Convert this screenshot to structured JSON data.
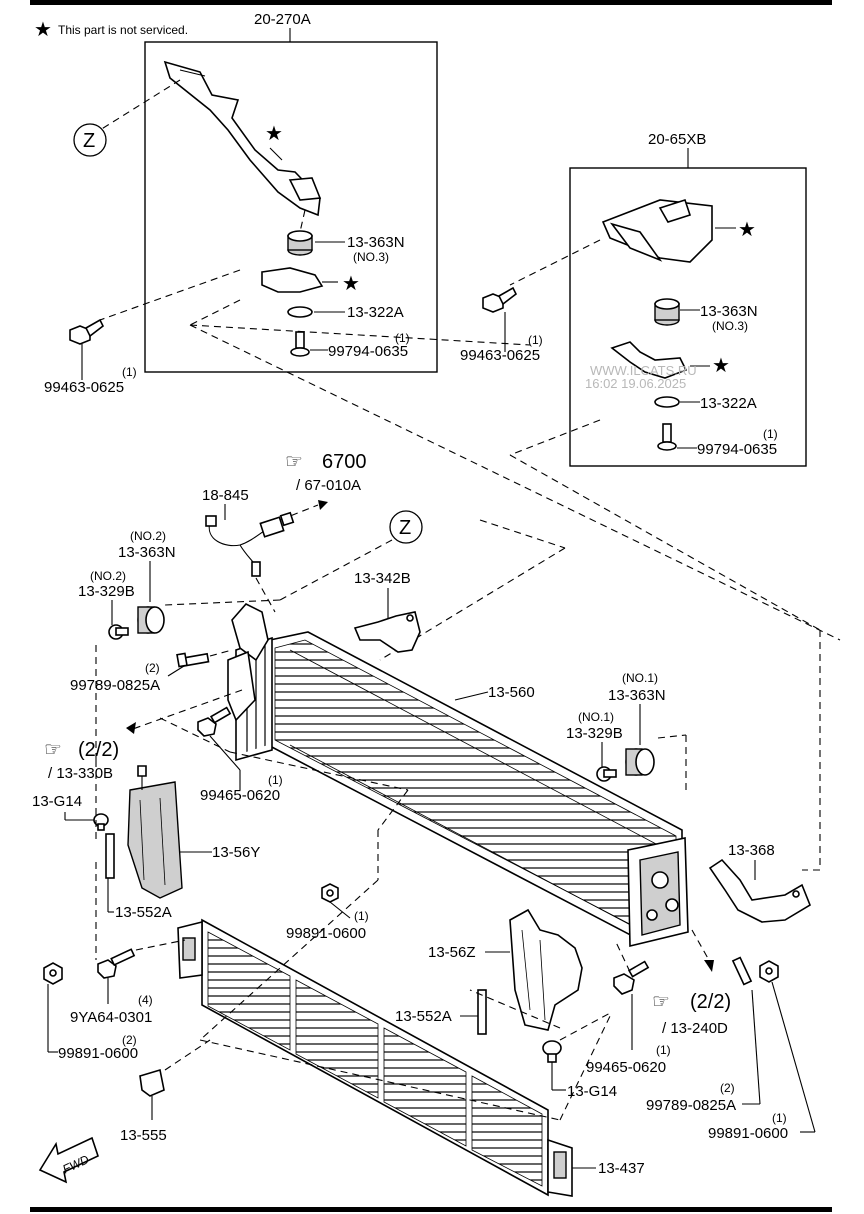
{
  "legend": {
    "star_glyph": "★",
    "text": "This part is not serviced."
  },
  "refs": {
    "r6700": "6700",
    "r67010a": "/ 67-010A",
    "r22_left": "(2/2)",
    "r13330b": "/ 13-330B",
    "r22_right": "(2/2)",
    "r13240d": "/ 13-240D"
  },
  "callouts": {
    "z_label": "Z"
  },
  "watermark": {
    "line1": "WWW.ILCATS.RU",
    "line2": "16:02 19.06.2025"
  },
  "fwd_label": "FWD",
  "parts": {
    "p20270a": "20-270A",
    "p2065xb": "20-65XB",
    "p13363n_a": "13-363N",
    "no3_a": "(NO.3)",
    "p13322a_a": "13-322A",
    "q1_a": "(1)",
    "p99794_a": "99794-0635",
    "q1_b": "(1)",
    "p99463_a": "99463-0625",
    "p13363n_b": "13-363N",
    "no3_b": "(NO.3)",
    "q1_c": "(1)",
    "p99463_b": "99463-0625",
    "p13322a_b": "13-322A",
    "q1_d": "(1)",
    "p99794_b": "99794-0635",
    "p18845": "18-845",
    "no2_a": "(NO.2)",
    "p13363n_c": "13-363N",
    "no2_b": "(NO.2)",
    "p13329b_a": "13-329B",
    "p13342b": "13-342B",
    "q2_a": "(2)",
    "p99789_a": "99789-0825A",
    "p13560": "13-560",
    "no1_a": "(NO.1)",
    "p13363n_d": "13-363N",
    "no1_b": "(NO.1)",
    "p13329b_b": "13-329B",
    "q1_e": "(1)",
    "p99465_a": "99465-0620",
    "p13g14_a": "13-G14",
    "p1356y": "13-56Y",
    "p13552a_a": "13-552A",
    "q1_f": "(1)",
    "p99891_a": "99891-0600",
    "p13368": "13-368",
    "p1356z": "13-56Z",
    "q4": "(4)",
    "p9ya64": "9YA64-0301",
    "q2_b": "(2)",
    "p99891_b": "99891-0600",
    "p13552a_b": "13-552A",
    "q1_g": "(1)",
    "p99465_b": "99465-0620",
    "p13g14_b": "13-G14",
    "q2_c": "(2)",
    "p99789_b": "99789-0825A",
    "q1_h": "(1)",
    "p99891_c": "99891-0600",
    "p13555": "13-555",
    "p13437": "13-437"
  }
}
